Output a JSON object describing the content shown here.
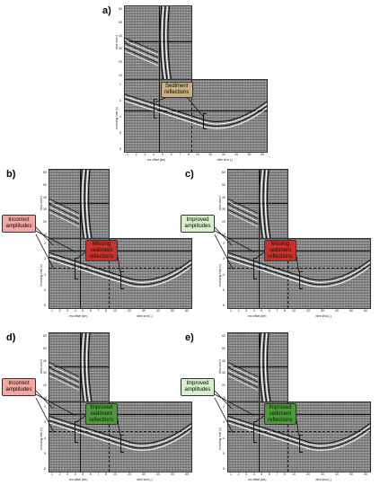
{
  "panels": [
    {
      "label": "a)",
      "callouts": [
        {
          "text": "Sediment reflections",
          "style": "tan"
        }
      ]
    },
    {
      "label": "b)",
      "callouts": [
        {
          "text": "Incorrect amplitudes",
          "style": "red"
        },
        {
          "text": "Missing sediment reflections",
          "style": "dred"
        }
      ]
    },
    {
      "label": "c)",
      "callouts": [
        {
          "text": "Improved amplitudes",
          "style": "lgreen"
        },
        {
          "text": "Missing sediment reflections",
          "style": "dred"
        }
      ]
    },
    {
      "label": "d)",
      "callouts": [
        {
          "text": "Incorrect amplitudes",
          "style": "red"
        },
        {
          "text": "Improved sediment reflections",
          "style": "green"
        }
      ]
    },
    {
      "label": "e)",
      "callouts": [
        {
          "text": "Improved amplitudes",
          "style": "lgreen"
        },
        {
          "text": "Improved sediment reflections",
          "style": "green"
        }
      ]
    }
  ],
  "axes": {
    "xlabel_offset": "rec offset (km)",
    "xlabel_shot": "xline shot (-)",
    "ylabel_time": "recording time (s)",
    "ylabel_shot": "xline shot #",
    "offset_ticks": [
      "1",
      "2",
      "3",
      "4",
      "5",
      "6",
      "7",
      "8"
    ],
    "shot_ticks": [
      "10",
      "20",
      "30",
      "40",
      "50",
      "60"
    ],
    "time_ticks": [
      "2",
      "3",
      "4",
      "5",
      "6"
    ],
    "shot_y_ticks": [
      "10",
      "20",
      "30",
      "40",
      "50",
      "60"
    ]
  }
}
